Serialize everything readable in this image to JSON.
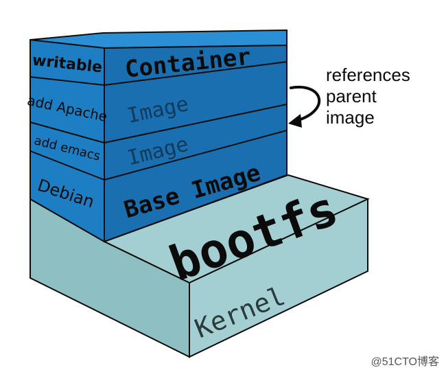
{
  "diagram": {
    "layers": {
      "container": {
        "side_label": "writable",
        "front_label": "Container"
      },
      "image_top": {
        "side_label": "add Apache",
        "front_label": "Image"
      },
      "image_mid": {
        "side_label": "add emacs",
        "front_label": "Image"
      },
      "base": {
        "side_label": "Debian",
        "front_label": "Base Image"
      },
      "bootfs": {
        "label": "bootfs"
      },
      "kernel": {
        "label": "Kernel"
      }
    },
    "annotation": {
      "line1": "references",
      "line2": "parent",
      "line3": "image"
    }
  },
  "watermark": "@51CTO博客",
  "colors": {
    "layer_front": "#1a6fb0",
    "layer_side": "#1e7ec4",
    "layer_top": "#2a8fd4",
    "kernel": "#a3cfd2",
    "kernel_dark": "#8ebfc3",
    "ink": "#0b0b0b"
  }
}
